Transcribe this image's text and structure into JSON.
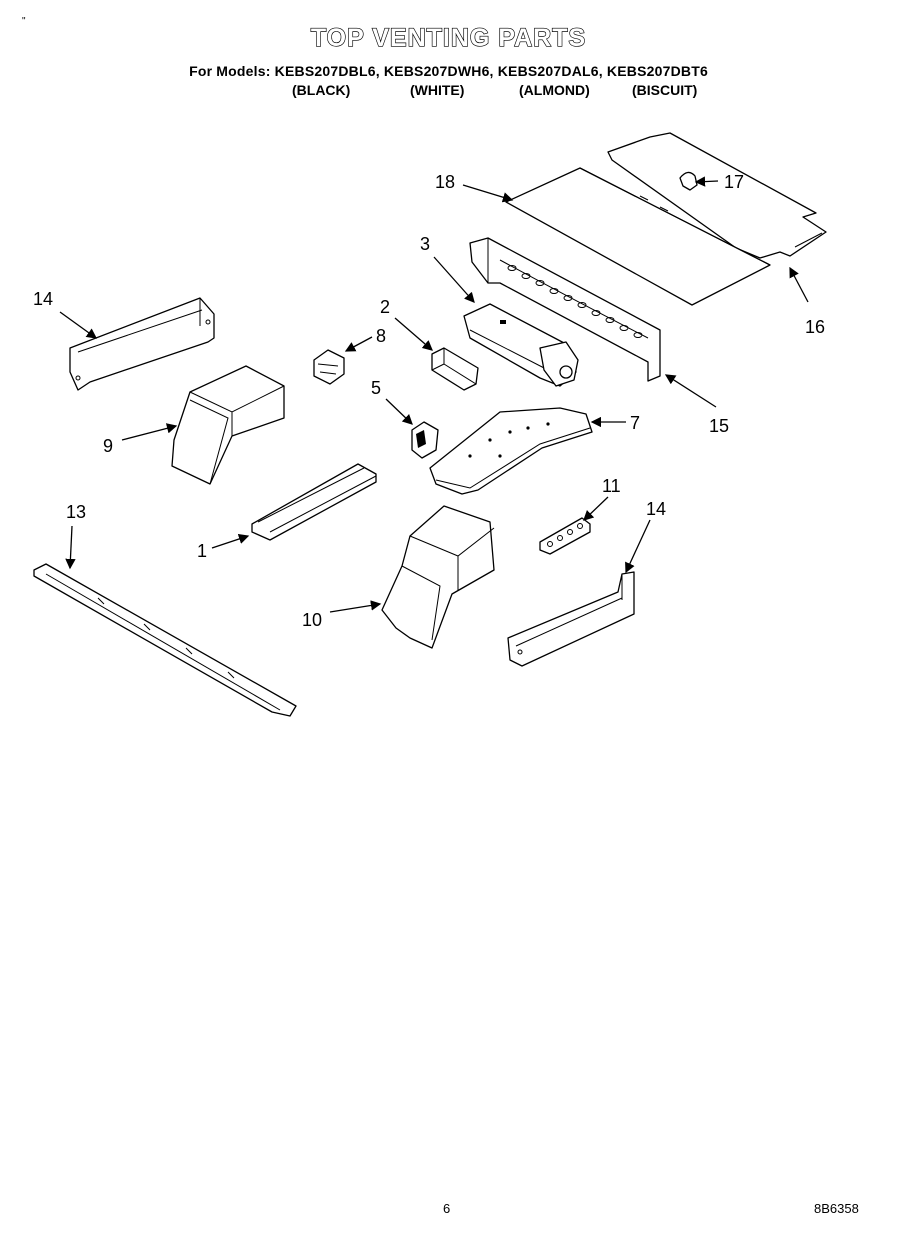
{
  "header": {
    "title": "TOP VENTING PARTS",
    "models_line": "For Models: KEBS207DBL6, KEBS207DWH6, KEBS207DAL6, KEBS207DBT6",
    "colors": [
      "(BLACK)",
      "(WHITE)",
      "(ALMOND)",
      "(BISCUIT)"
    ]
  },
  "callouts": [
    "18",
    "17",
    "3",
    "16",
    "14",
    "2",
    "8",
    "15",
    "5",
    "7",
    "9",
    "11",
    "14",
    "13",
    "1",
    "10"
  ],
  "footer": {
    "page_number": "6",
    "doc_code": "8B6358"
  },
  "margin_mark": "\""
}
